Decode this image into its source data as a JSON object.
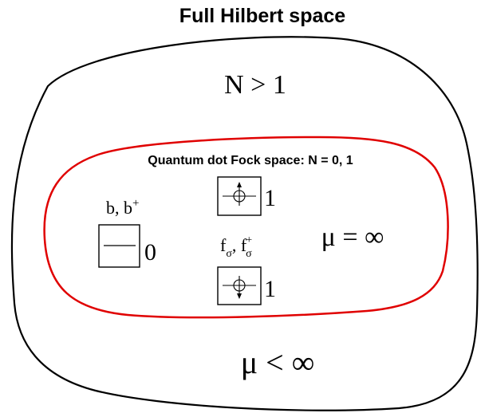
{
  "title": "Full Hilbert space",
  "outer_region": {
    "top_label": "N > 1",
    "bottom_label": "μ < ∞"
  },
  "inner_region": {
    "title": "Quantum dot Fock space: N = 0, 1",
    "mu_label": "μ = ∞"
  },
  "boson": {
    "operators_main": "b, b",
    "operators_sup": "+",
    "count": "0"
  },
  "fermion": {
    "op1": "f",
    "op1_sub": "σ",
    "separator": ", ",
    "op2": "f",
    "op2_sub": "σ",
    "op2_sup": "+",
    "count_up": "1",
    "count_down": "1"
  },
  "colors": {
    "outer_boundary": "#000000",
    "inner_boundary": "#e00000"
  }
}
